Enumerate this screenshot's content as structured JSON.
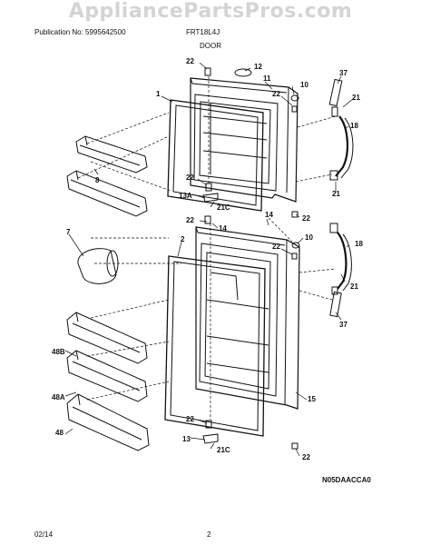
{
  "header": {
    "watermark": "AppliancePartsPros.com",
    "publication": "Publication No: 5995642500",
    "model": "FRT18L4J",
    "section": "DOOR"
  },
  "footer": {
    "date": "02/14",
    "page": "2"
  },
  "diagram_code": "N05DAACCA0",
  "callouts": {
    "c22a": "22",
    "c12": "12",
    "c11": "11",
    "c1": "1",
    "c10a": "10",
    "c22b": "22",
    "c37a": "37",
    "c21a": "21",
    "c18a": "18",
    "c8": "8",
    "c22c": "22",
    "c13a": "13A",
    "c21c_a": "21C",
    "c22d": "22",
    "c21b": "21",
    "c22e": "22",
    "c14a": "14",
    "c14b": "14",
    "c7": "7",
    "c2": "2",
    "c10b": "10",
    "c22f": "22",
    "c18b": "18",
    "c21d": "21",
    "c37b": "37",
    "c48b": "48B",
    "c48a": "48A",
    "c48": "48",
    "c15": "15",
    "c22g": "22",
    "c13": "13",
    "c21c_b": "21C",
    "c22h": "22"
  }
}
